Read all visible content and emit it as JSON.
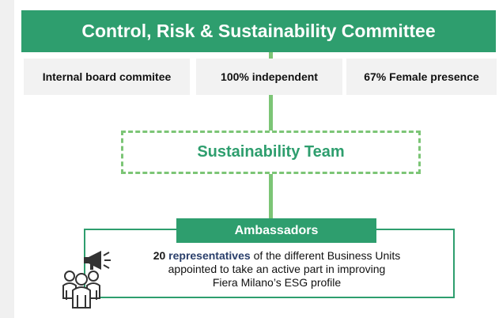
{
  "title": "Control, Risk & Sustainability Committee",
  "facts": [
    {
      "label": "Internal board commitee"
    },
    {
      "label": "100% independent"
    },
    {
      "label": "67% Female presence"
    }
  ],
  "team": {
    "label": "Sustainability Team"
  },
  "ambassadors": {
    "header": "Ambassadors",
    "count": "20",
    "highlight": "representatives",
    "line1_rest": "of the different Business Units",
    "line2": "appointed to take an active part in improving",
    "line3": "Fiera Milano’s ESG profile"
  },
  "colors": {
    "primary_green": "#2e9e6e",
    "connector_green": "#7cc576",
    "box_gray": "#f2f2f2",
    "accent_navy": "#2a3f6b"
  },
  "icons": [
    "megaphone-icon",
    "people-group-icon"
  ]
}
